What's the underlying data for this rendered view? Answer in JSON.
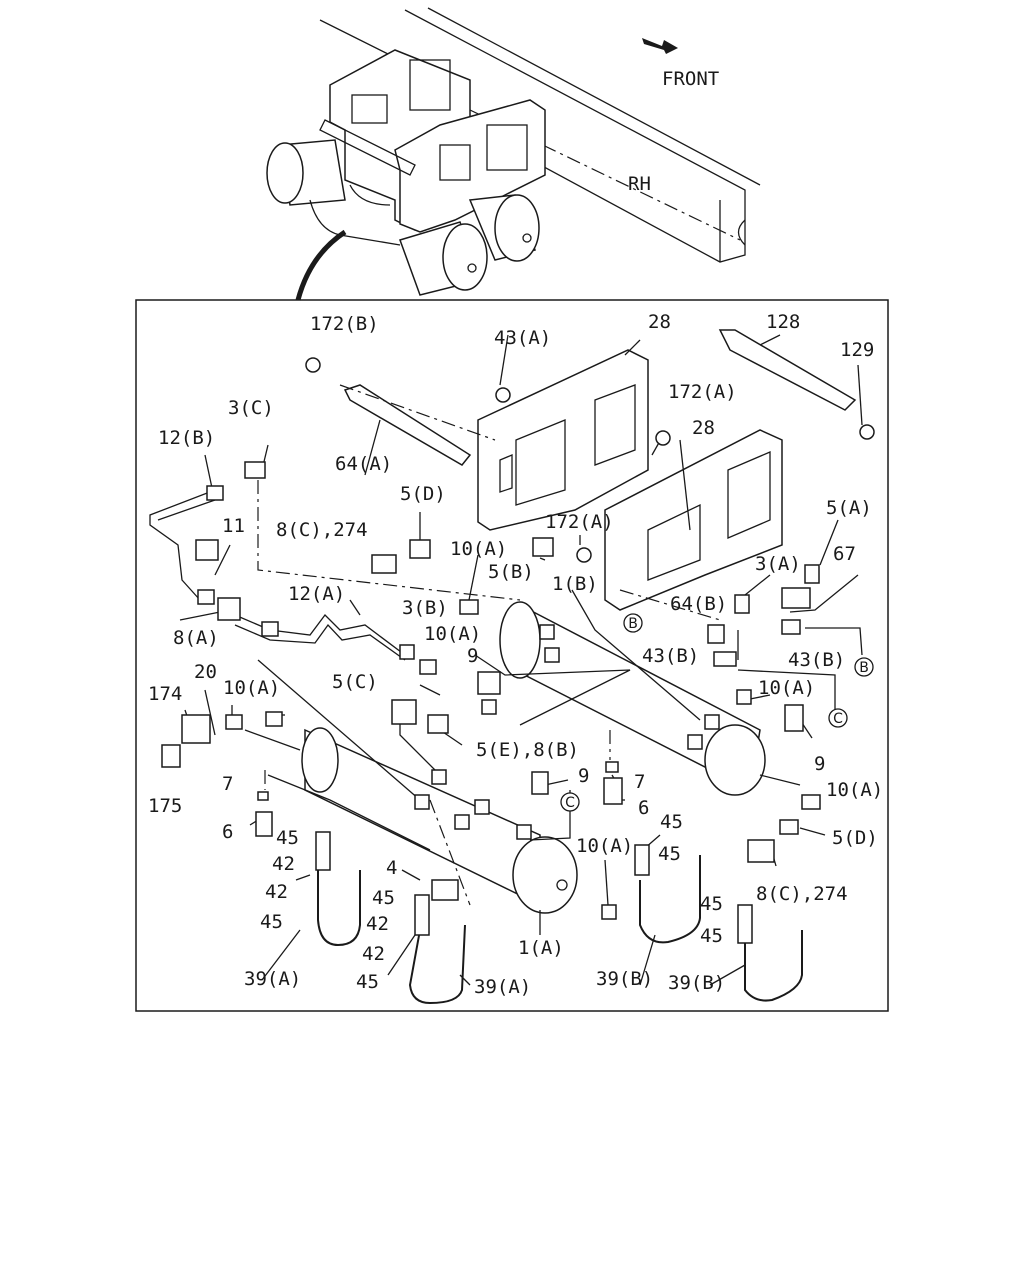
{
  "overview": {
    "front_label": "FRONT",
    "rh_label": "RH"
  },
  "callouts": [
    {
      "id": "c1",
      "text": "172(B)"
    },
    {
      "id": "c2",
      "text": "43(A)"
    },
    {
      "id": "c3",
      "text": "28"
    },
    {
      "id": "c4",
      "text": "128"
    },
    {
      "id": "c5",
      "text": "129"
    },
    {
      "id": "c6",
      "text": "172(A)"
    },
    {
      "id": "c7",
      "text": "28"
    },
    {
      "id": "c8",
      "text": "3(C)"
    },
    {
      "id": "c9",
      "text": "12(B)"
    },
    {
      "id": "c10",
      "text": "64(A)"
    },
    {
      "id": "c11",
      "text": "5(D)"
    },
    {
      "id": "c12",
      "text": "172(A)"
    },
    {
      "id": "c13",
      "text": "5(A)"
    },
    {
      "id": "c14",
      "text": "11"
    },
    {
      "id": "c15",
      "text": "8(C),274"
    },
    {
      "id": "c16",
      "text": "10(A)"
    },
    {
      "id": "c17",
      "text": "5(B)"
    },
    {
      "id": "c18",
      "text": "1(B)"
    },
    {
      "id": "c19",
      "text": "67"
    },
    {
      "id": "c20",
      "text": "12(A)"
    },
    {
      "id": "c21",
      "text": "3(B)"
    },
    {
      "id": "c22",
      "text": "3(A)"
    },
    {
      "id": "c23",
      "text": "64(B)"
    },
    {
      "id": "c24",
      "text": "8(A)"
    },
    {
      "id": "c25",
      "text": "10(A)"
    },
    {
      "id": "c26",
      "text": "43(B)"
    },
    {
      "id": "c27",
      "text": "43(B)"
    },
    {
      "id": "c28",
      "text": "9"
    },
    {
      "id": "c29",
      "text": "174"
    },
    {
      "id": "c30",
      "text": "20"
    },
    {
      "id": "c31",
      "text": "10(A)"
    },
    {
      "id": "c32",
      "text": "5(C)"
    },
    {
      "id": "c33",
      "text": "10(A)"
    },
    {
      "id": "c34",
      "text": "5(E),8(B)"
    },
    {
      "id": "c35",
      "text": "9"
    },
    {
      "id": "c36",
      "text": "7"
    },
    {
      "id": "c37",
      "text": "9"
    },
    {
      "id": "c38",
      "text": "175"
    },
    {
      "id": "c39",
      "text": "7"
    },
    {
      "id": "c40",
      "text": "6"
    },
    {
      "id": "c41",
      "text": "10(A)"
    },
    {
      "id": "c42",
      "text": "6"
    },
    {
      "id": "c43",
      "text": "45"
    },
    {
      "id": "c44",
      "text": "45"
    },
    {
      "id": "c45",
      "text": "5(D)"
    },
    {
      "id": "c46",
      "text": "42"
    },
    {
      "id": "c47",
      "text": "10(A)"
    },
    {
      "id": "c48",
      "text": "45"
    },
    {
      "id": "c49",
      "text": "42"
    },
    {
      "id": "c50",
      "text": "4"
    },
    {
      "id": "c51",
      "text": "8(C),274"
    },
    {
      "id": "c52",
      "text": "45"
    },
    {
      "id": "c53",
      "text": "45"
    },
    {
      "id": "c54",
      "text": "42"
    },
    {
      "id": "c55",
      "text": "45"
    },
    {
      "id": "c56",
      "text": "45"
    },
    {
      "id": "c57",
      "text": "42"
    },
    {
      "id": "c58",
      "text": "1(A)"
    },
    {
      "id": "c59",
      "text": "39(A)"
    },
    {
      "id": "c60",
      "text": "45"
    },
    {
      "id": "c61",
      "text": "39(A)"
    },
    {
      "id": "c62",
      "text": "39(B)"
    },
    {
      "id": "c63",
      "text": "39(B)"
    }
  ],
  "refs": [
    {
      "id": "r1",
      "text": "B"
    },
    {
      "id": "r2",
      "text": "B"
    },
    {
      "id": "r3",
      "text": "C"
    },
    {
      "id": "r4",
      "text": "C"
    }
  ]
}
